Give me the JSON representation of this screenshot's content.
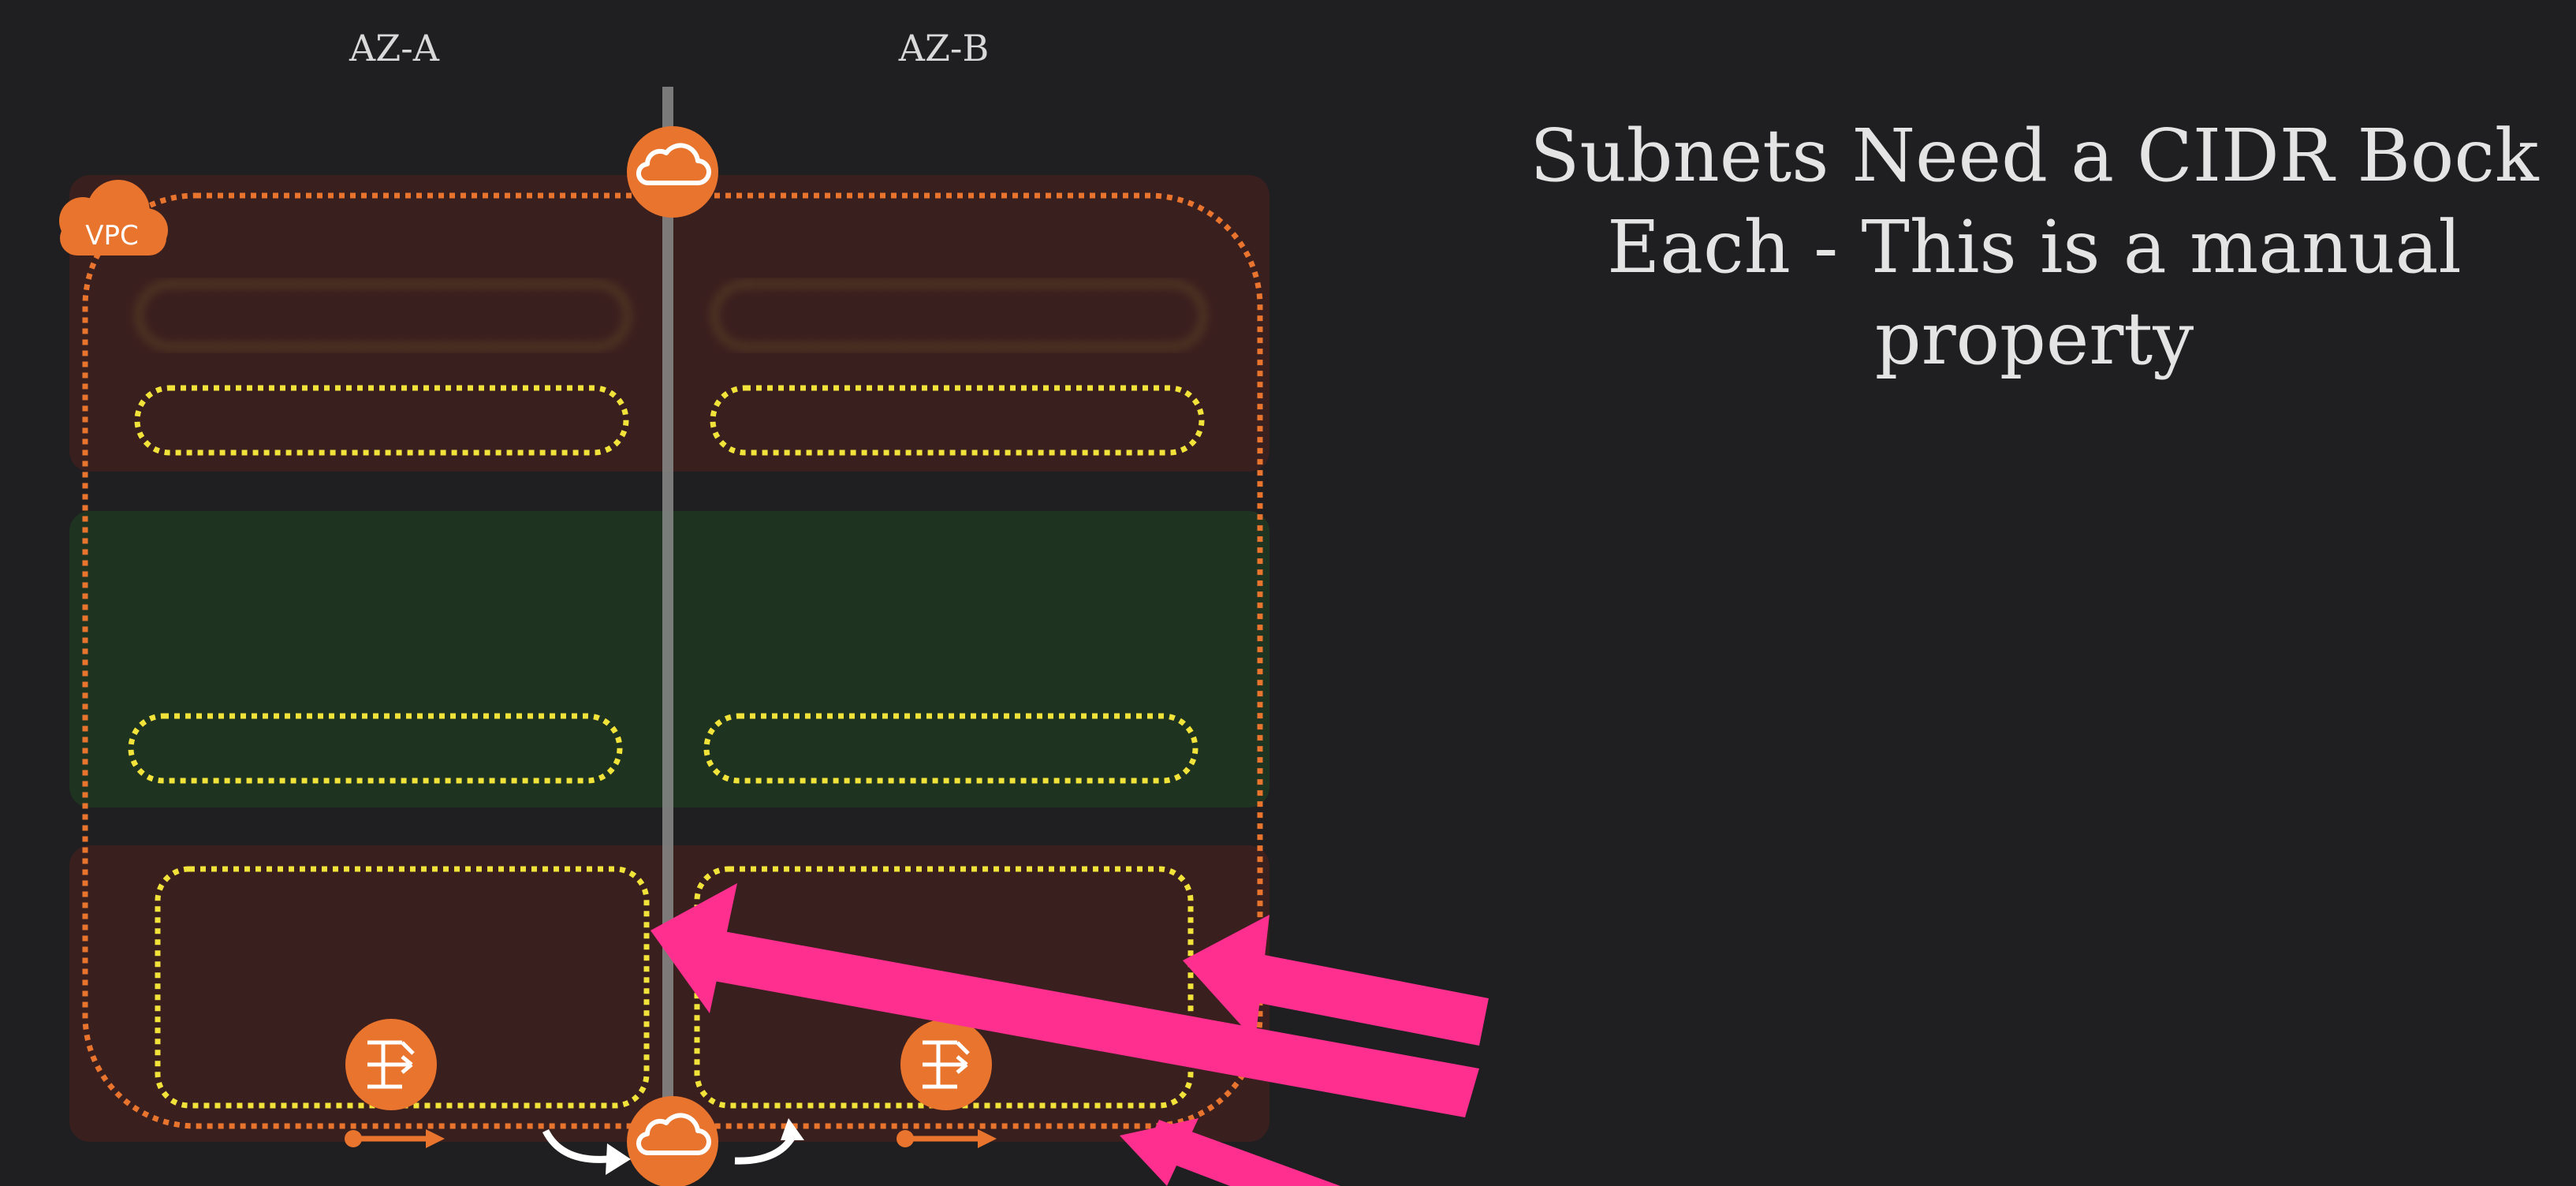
{
  "az_labels": {
    "a": "AZ-A",
    "b": "AZ-B"
  },
  "vpc_badge": "VPC",
  "title_lines": [
    "Subnets Need a CIDR Bock",
    "Each - This is a manual",
    "property"
  ],
  "icons": {
    "internet_gateway": "cloud-gateway-icon",
    "nat_gateway": "nat-gateway-icon",
    "vpc": "vpc-cloud-icon"
  },
  "colors": {
    "background": "#1f1f21",
    "vpc_border": "#e8742e",
    "subnet_border": "#f2e33a",
    "red_tier": "#3a1f1f",
    "green_tier": "#1e3320",
    "highlight_arrow": "#ff2f8f",
    "icon_orange": "#e8742e"
  }
}
